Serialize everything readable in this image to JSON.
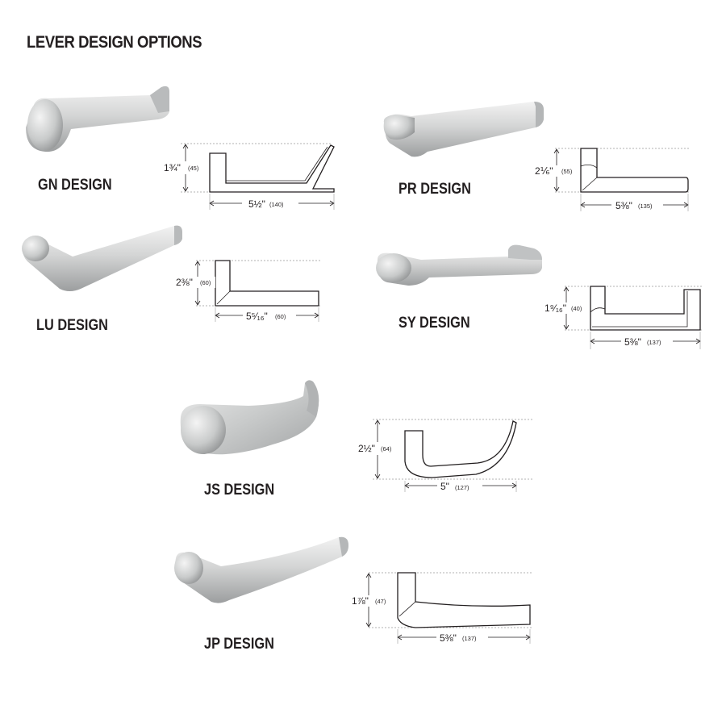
{
  "title": "LEVER DESIGN OPTIONS",
  "designs": [
    {
      "label": "GN DESIGN",
      "height_in": "1¾\"",
      "height_mm": "(45)",
      "width_in": "5½\"",
      "width_mm": "(140)"
    },
    {
      "label": "PR DESIGN",
      "height_in": "2⅙\"",
      "height_mm": "(55)",
      "width_in": "5⅜\"",
      "width_mm": "(135)"
    },
    {
      "label": "LU DESIGN",
      "height_in": "2⅜\"",
      "height_mm": "(60)",
      "width_in": "5⁵⁄₁₆\"",
      "width_mm": "(60)"
    },
    {
      "label": "SY DESIGN",
      "height_in": "1⁹⁄₁₆\"",
      "height_mm": "(40)",
      "width_in": "5⅜\"",
      "width_mm": "(137)"
    },
    {
      "label": "JS DESIGN",
      "height_in": "2½\"",
      "height_mm": "(64)",
      "width_in": "5\"",
      "width_mm": "(127)"
    },
    {
      "label": "JP DESIGN",
      "height_in": "1⅞\"",
      "height_mm": "(47)",
      "width_in": "5⅜\"",
      "width_mm": "(137)"
    }
  ]
}
